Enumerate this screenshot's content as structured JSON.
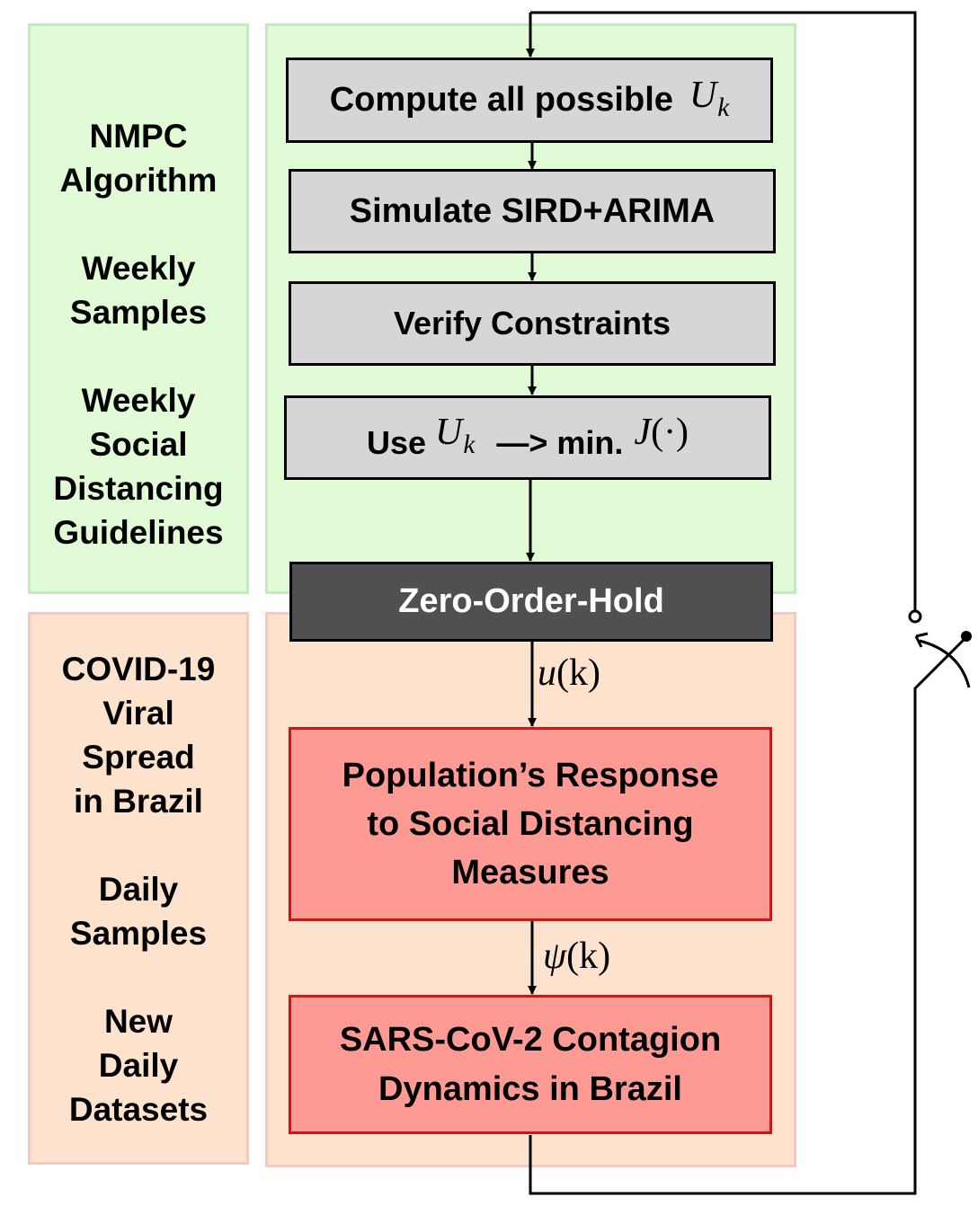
{
  "left_panels": {
    "nmpc": {
      "lines": "NMPC\nAlgorithm\n\nWeekly\nSamples\n\nWeekly\nSocial\nDistancing\nGuidelines"
    },
    "covid": {
      "lines": "COVID-19\nViral\nSpread\nin Brazil\n\nDaily\nSamples\n\nNew\nDaily\nDatasets"
    }
  },
  "blocks": {
    "compute": {
      "text": "Compute all possible",
      "math_var": "U",
      "math_sub": "k"
    },
    "simulate": {
      "text": "Simulate SIRD+ARIMA"
    },
    "verify": {
      "text": "Verify Constraints"
    },
    "use": {
      "prefix": "Use",
      "math_var": "U",
      "math_sub": "k",
      "middle": "—> min.",
      "cost_var": "J",
      "cost_args": "(·)"
    },
    "zoh": {
      "text": "Zero-Order-Hold"
    },
    "population": {
      "text": "Population’s Response\nto Social Distancing\nMeasures"
    },
    "sars": {
      "text": "SARS-CoV-2 Contagion\nDynamics in Brazil"
    }
  },
  "signals": {
    "u": {
      "var": "u",
      "arg": "(k)"
    },
    "psi": {
      "var": "ψ",
      "arg": "(k)"
    }
  },
  "colors": {
    "green_fill": "#e0fbd6",
    "green_border": "#c6e8bf",
    "peach_fill": "#fde3cd",
    "peach_border": "#f2c9c3",
    "gray_block": "#d6d6d6",
    "dark_block": "#505050",
    "red_block": "#fe9a94",
    "red_border": "#d21414"
  }
}
